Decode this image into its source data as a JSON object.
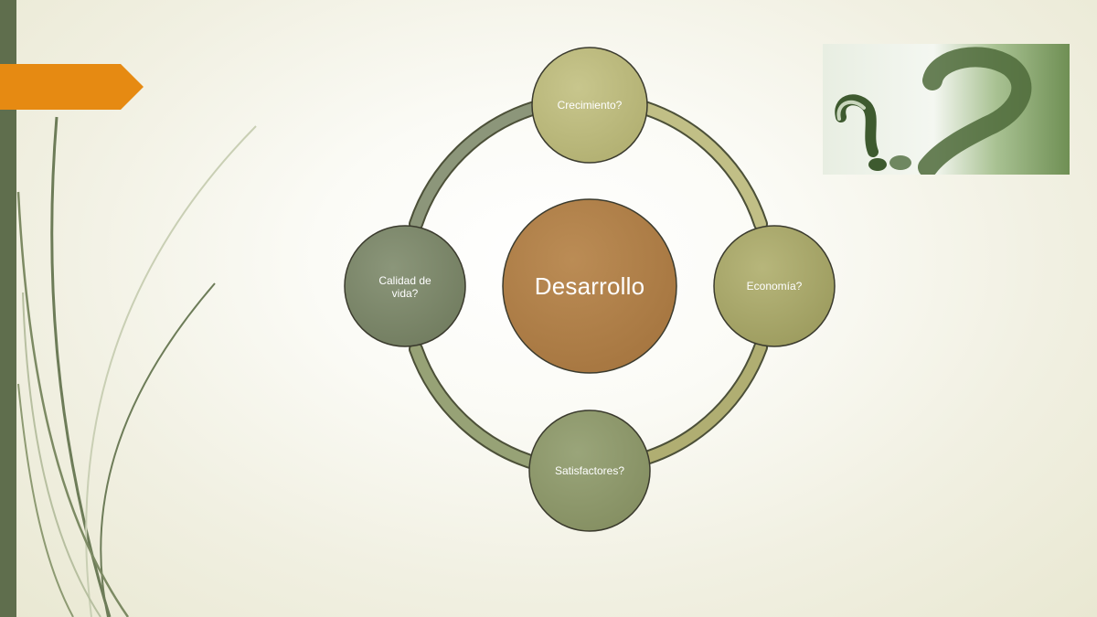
{
  "slide": {
    "colors": {
      "accent_bar": "#5f6e4d",
      "orange_tab": "#e68a12",
      "center_node": "#b0804a",
      "node_top": "#b9b77a",
      "node_right": "#a8a76a",
      "node_bottom": "#8f9a6b",
      "node_left": "#7f8a6c"
    }
  },
  "diagram": {
    "center": {
      "label": "Desarrollo"
    },
    "nodes": [
      {
        "key": "top",
        "label": "Crecimiento?"
      },
      {
        "key": "right",
        "label": "Economía?"
      },
      {
        "key": "bottom",
        "label": "Satisfactores?"
      },
      {
        "key": "left",
        "label": "Calidad de vida?"
      }
    ]
  },
  "image": {
    "icon": "question-mark-icon"
  }
}
